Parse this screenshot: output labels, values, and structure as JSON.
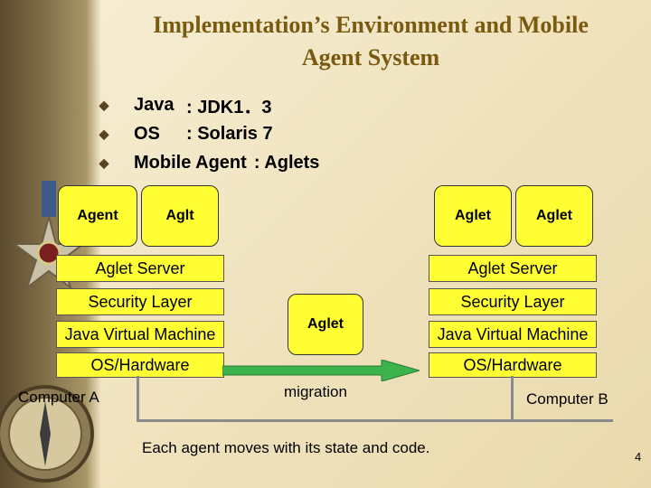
{
  "slide": {
    "title_line1": "Implementation’s Environment and Mobile",
    "title_line2": "Agent System",
    "page_number": "4"
  },
  "bullets": [
    {
      "label": "Java",
      "value": ": JDK1．3"
    },
    {
      "label": "OS",
      "value": ": Solaris  7"
    },
    {
      "label": "Mobile  Agent",
      "value": ": Aglets"
    }
  ],
  "left_computer": {
    "agents": [
      "Agent",
      "Aglt"
    ],
    "layers": [
      "Aglet Server",
      "Security Layer",
      "Java Virtual Machine",
      "OS/Hardware"
    ],
    "name": "Computer A"
  },
  "right_computer": {
    "agents": [
      "Aglet",
      "Aglet"
    ],
    "layers": [
      "Aglet Server",
      "Security Layer",
      "Java Virtual Machine",
      "OS/Hardware"
    ],
    "name": "Computer B"
  },
  "migration": {
    "agent_label": "Aglet",
    "arrow_label": "migration"
  },
  "caption": "Each agent moves with its state and code.",
  "colors": {
    "box_fill": "#ffff33",
    "arrow_fill": "#3cb44b",
    "title": "#7a5a10"
  }
}
